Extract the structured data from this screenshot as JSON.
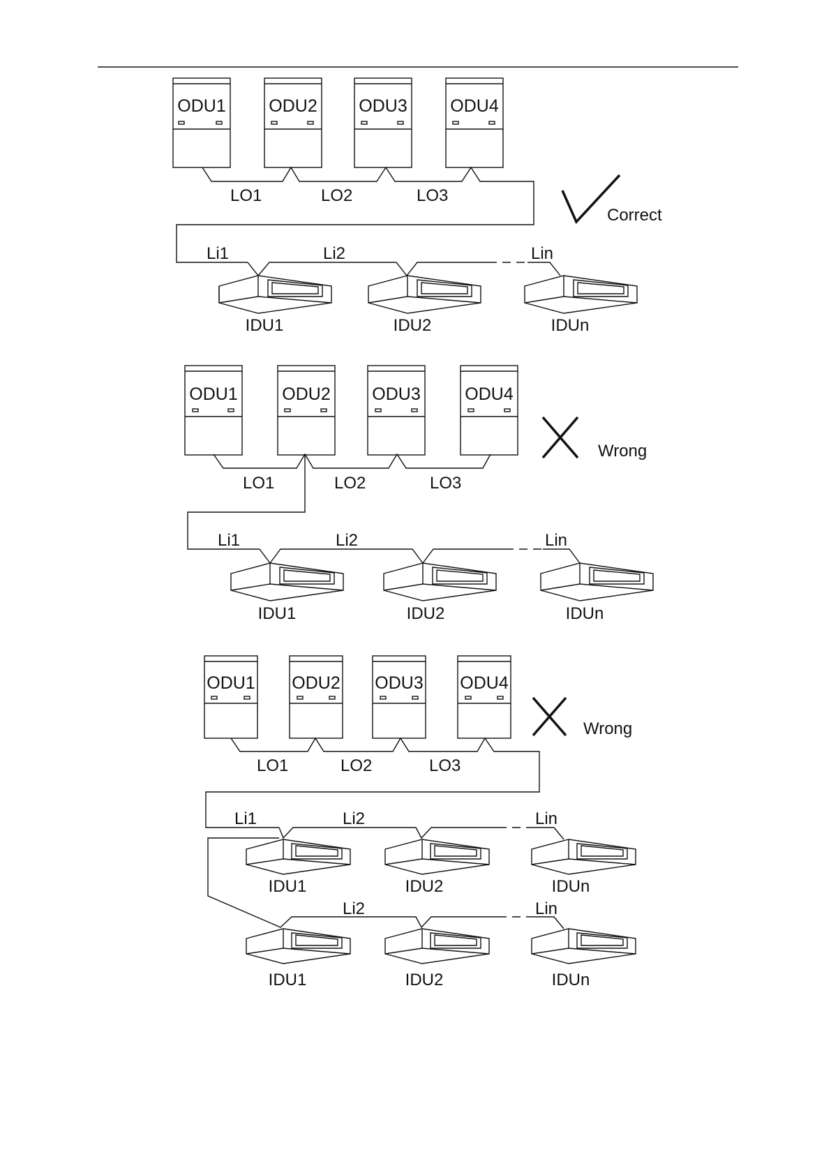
{
  "diagrams": [
    {
      "odu_labels": [
        "ODU1",
        "ODU2",
        "ODU3",
        "ODU4"
      ],
      "outdoor_link_labels": [
        "LO1",
        "LO2",
        "LO3"
      ],
      "rows": [
        {
          "indoor_link_labels": [
            "Li1",
            "Li2",
            "Lin"
          ],
          "idu_labels": [
            "IDU1",
            "IDU2",
            "IDUn"
          ]
        }
      ],
      "status": {
        "label": "Correct",
        "mark": "check-mark-icon"
      }
    },
    {
      "odu_labels": [
        "ODU1",
        "ODU2",
        "ODU3",
        "ODU4"
      ],
      "outdoor_link_labels": [
        "LO1",
        "LO2",
        "LO3"
      ],
      "rows": [
        {
          "indoor_link_labels": [
            "Li1",
            "Li2",
            "Lin"
          ],
          "idu_labels": [
            "IDU1",
            "IDU2",
            "IDUn"
          ]
        }
      ],
      "status": {
        "label": "Wrong",
        "mark": "cross-mark-icon"
      }
    },
    {
      "odu_labels": [
        "ODU1",
        "ODU2",
        "ODU3",
        "ODU4"
      ],
      "outdoor_link_labels": [
        "LO1",
        "LO2",
        "LO3"
      ],
      "rows": [
        {
          "indoor_link_labels": [
            "Li1",
            "Li2",
            "Lin"
          ],
          "idu_labels": [
            "IDU1",
            "IDU2",
            "IDUn"
          ]
        },
        {
          "indoor_link_labels": [
            "",
            "Li2",
            "Lin"
          ],
          "idu_labels": [
            "IDU1",
            "IDU2",
            "IDUn"
          ]
        }
      ],
      "status": {
        "label": "Wrong",
        "mark": "cross-mark-icon"
      }
    }
  ]
}
